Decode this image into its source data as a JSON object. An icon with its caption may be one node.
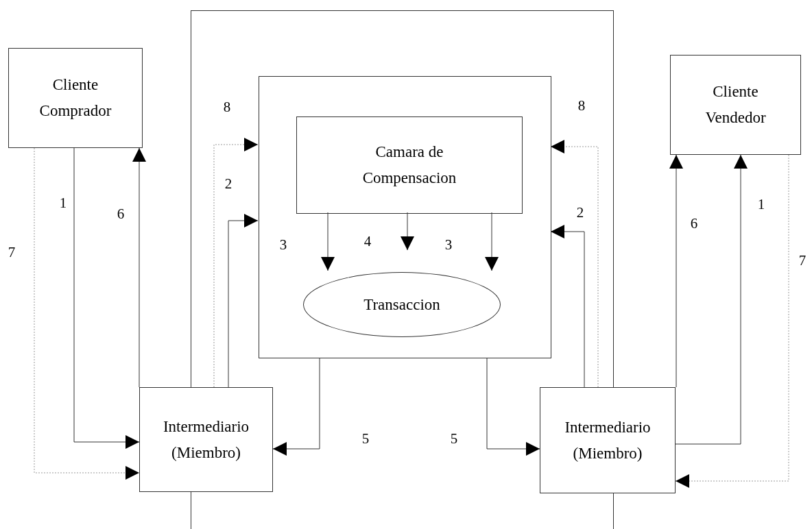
{
  "diagram": {
    "nodes": [
      {
        "text": [],
        "shape": "box"
      },
      {
        "text": [
          "Cliente Comprador"
        ]
      },
      {
        "text": [
          "Cliente Vendedor"
        ]
      },
      {
        "text": [],
        "shape": "box",
        "in": 0
      },
      {
        "text": [
          "Camara de Compensacion"
        ],
        "in": 3
      },
      {
        "text": [
          "Transaccion"
        ],
        "in": 3
      },
      {
        "text": [
          "Intermediario (Miembro)"
        ]
      },
      {
        "text": [
          "Intermediario (Miembro)"
        ]
      }
    ],
    "edges": [
      {
        "from": 1,
        "to": 6,
        "arrow": "to",
        "label": "1"
      },
      {
        "from": 1,
        "to": 6,
        "arrow": "to",
        "label": "7",
        "style": "dashed",
        "color": "#999999"
      },
      {
        "from": 6,
        "to": 1,
        "arrow": "to",
        "label": "6"
      },
      {
        "from": 6,
        "to": 3,
        "arrow": "to",
        "label": "8",
        "style": "dashed",
        "color": "#999999"
      },
      {
        "from": 6,
        "to": 3,
        "arrow": "to",
        "label": "2"
      },
      {
        "from": 4,
        "to": 5,
        "arrow": "to",
        "label": "3"
      },
      {
        "from": 4,
        "to": null,
        "arrow": "to",
        "label": "4"
      },
      {
        "from": 4,
        "to": 5,
        "arrow": "to",
        "label": "3"
      },
      {
        "from": 3,
        "to": 6,
        "arrow": "to",
        "label": "5"
      },
      {
        "from": 3,
        "to": 7,
        "arrow": "to",
        "label": "5"
      },
      {
        "from": 7,
        "to": 3,
        "arrow": "to",
        "label": "2"
      },
      {
        "from": 7,
        "to": 3,
        "arrow": "to",
        "label": "8",
        "style": "dashed",
        "color": "#999999"
      },
      {
        "from": 7,
        "to": 2,
        "arrow": "to",
        "label": "6"
      },
      {
        "from": 7,
        "to": 2,
        "arrow": "to",
        "label": "1"
      },
      {
        "from": 2,
        "to": 7,
        "arrow": "to",
        "label": "7",
        "style": "dashed",
        "color": "#999999"
      }
    ]
  }
}
